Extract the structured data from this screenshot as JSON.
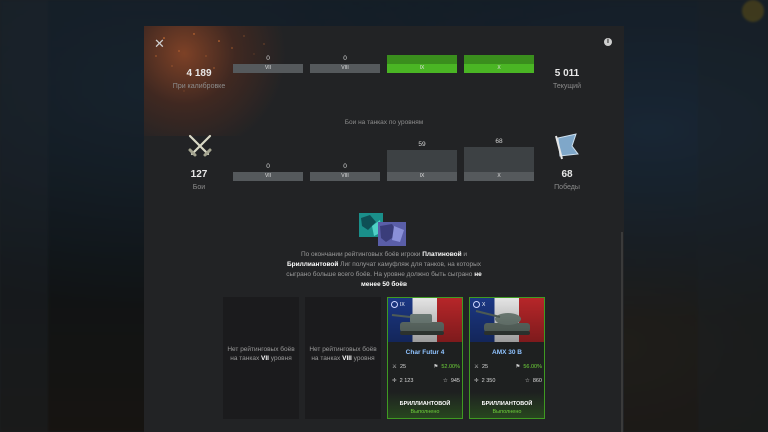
{
  "header_stats": {
    "calibration": {
      "value": "4 189",
      "label": "При калибровке"
    },
    "current": {
      "value": "5 011",
      "label": "Текущий"
    }
  },
  "top_bars": [
    {
      "tier": "VII",
      "count": "0",
      "active": false
    },
    {
      "tier": "VIII",
      "count": "0",
      "active": false
    },
    {
      "tier": "IX",
      "count": "",
      "active": true
    },
    {
      "tier": "X",
      "count": "",
      "active": true
    }
  ],
  "battles_section": {
    "title": "Бои на танках по уровням",
    "battles": {
      "value": "127",
      "label": "Бои"
    },
    "victories": {
      "value": "68",
      "label": "Победы"
    },
    "bars": [
      {
        "tier": "VII",
        "count": "0",
        "level": 0
      },
      {
        "tier": "VIII",
        "count": "0",
        "level": 0
      },
      {
        "tier": "IX",
        "count": "59",
        "level": 59
      },
      {
        "tier": "X",
        "count": "68",
        "level": 68
      }
    ]
  },
  "note": {
    "p1": "По окончании рейтинговых боёв игроки ",
    "b1": "Платиновой",
    "p2": " и ",
    "b2": "Бриллиантовой",
    "p3": " Лиг получат камуфляж для танков, на которых сыграно больше всего боёв. На уровне должно быть сыграно ",
    "b3": "не менее 50 боёв"
  },
  "empty_cards": [
    {
      "text": "Нет рейтинговых боёв на танках ",
      "tier": "VII",
      "suffix": " уровня"
    },
    {
      "text": "Нет рейтинговых боёв на танках ",
      "tier": "VIII",
      "suffix": " уровня"
    }
  ],
  "tank_cards": [
    {
      "tier": "IX",
      "name": "Char Futur 4",
      "battles": "25",
      "winrate": "52.00%",
      "damage": "2 123",
      "exp": "945",
      "league": "БРИЛЛИАНТОВОЙ",
      "status": "Выполнено"
    },
    {
      "tier": "X",
      "name": "AMX 30 B",
      "battles": "25",
      "winrate": "56.00%",
      "damage": "2 350",
      "exp": "860",
      "league": "БРИЛЛИАНТОВОЙ",
      "status": "Выполнено"
    }
  ],
  "icons": {
    "close": "close-icon",
    "info": "info-icon",
    "battles": "crossed-swords-icon",
    "victories": "victory-flag-icon",
    "camo": "camouflage-icon",
    "tier_emblem": "tier-emblem-icon"
  },
  "colors": {
    "accent_green": "#4ab524",
    "win_green": "#6fd43a",
    "tank_name": "#8fc3ff"
  }
}
